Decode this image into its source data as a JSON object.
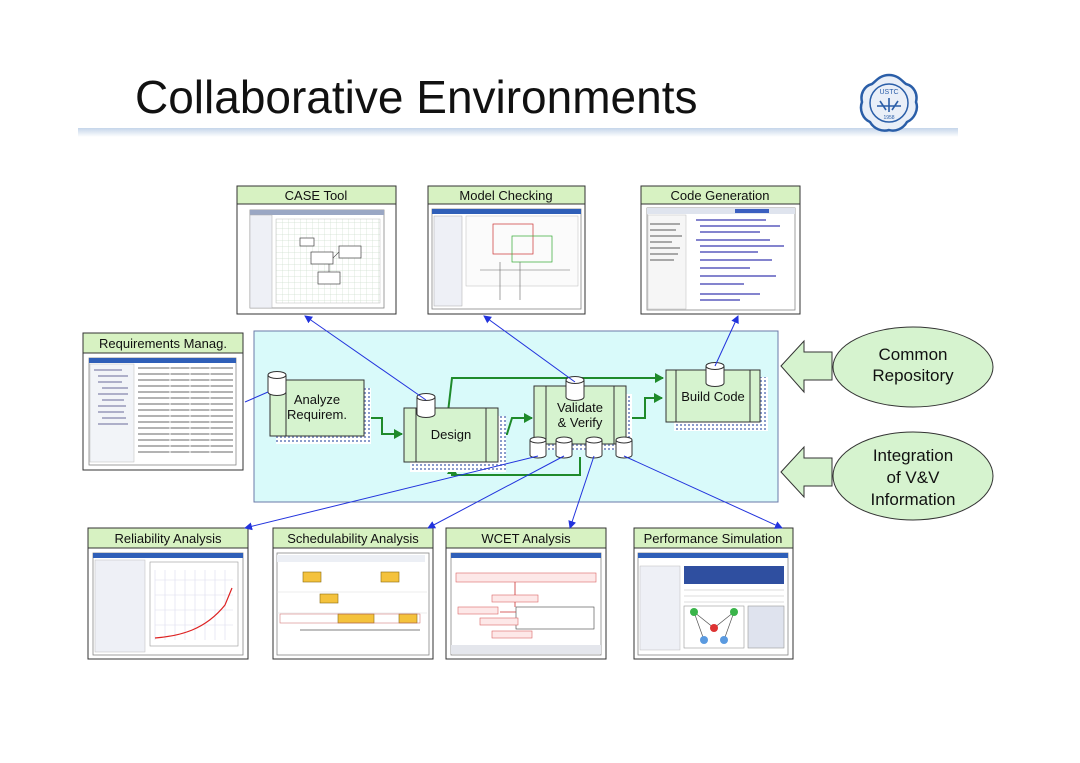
{
  "title": "Collaborative Environments",
  "logo": {
    "text": "USTC",
    "year": "1958",
    "ring_color": "#2a5ea8"
  },
  "colors": {
    "label_fill": "#d7f2c2",
    "panel_fill": "#d9fafa",
    "node_fill": "#d6f3cf",
    "arrow_blue": "#2233dd",
    "arrow_green": "#1e8a2a",
    "callout_fill": "#d6f3cf"
  },
  "tools": {
    "case_tool": "CASE Tool",
    "model_checking": "Model Checking",
    "code_generation": "Code Generation",
    "requirements": "Requirements Manag.",
    "reliability": "Reliability Analysis",
    "schedulability": "Schedulability Analysis",
    "wcet": "WCET Analysis",
    "performance": "Performance Simulation"
  },
  "process": {
    "analyze": [
      "Analyze",
      "Requirem."
    ],
    "design": "Design",
    "validate": [
      "Validate",
      "& Verify"
    ],
    "build": "Build Code"
  },
  "callouts": {
    "repository": [
      "Common",
      "Repository"
    ],
    "integration": [
      "Integration",
      "of V&V",
      "Information"
    ]
  }
}
